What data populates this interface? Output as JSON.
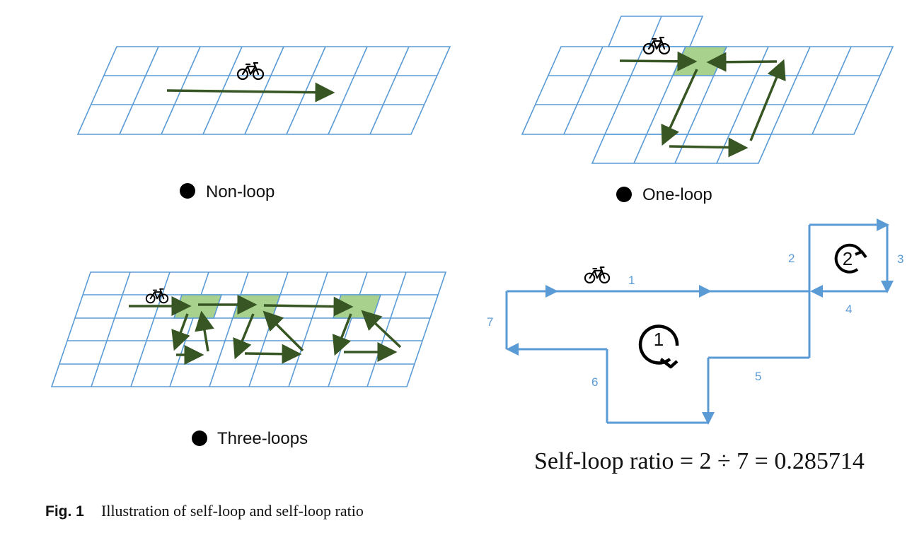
{
  "panels": {
    "non_loop": {
      "label": "Non-loop"
    },
    "one_loop": {
      "label": "One-loop"
    },
    "three_loops": {
      "label": "Three-loops"
    }
  },
  "route_diagram": {
    "segment_numbers": [
      "1",
      "2",
      "3",
      "4",
      "5",
      "6",
      "7"
    ],
    "loop_numbers": [
      "1",
      "2"
    ],
    "formula": "Self-loop ratio = 2 ÷ 7 = 0.285714"
  },
  "caption": {
    "figure_label": "Fig. 1",
    "text": "Illustration of self-loop and self-loop ratio"
  },
  "colors": {
    "grid": "#5b9bd5",
    "arrow": "#375623",
    "highlight": "#a9d18e",
    "route": "#5b9bd5"
  },
  "icons": [
    "bicycle-icon",
    "loop-arrow-icon",
    "bullet-dot-icon"
  ]
}
